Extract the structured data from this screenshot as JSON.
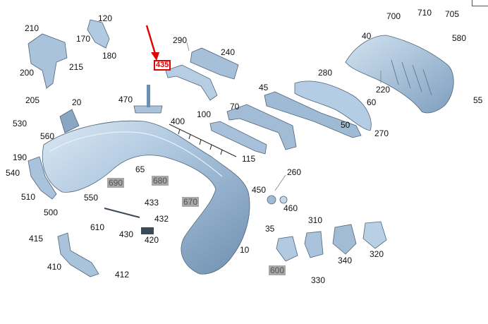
{
  "diagram": {
    "parts": [
      {
        "id": "p10",
        "label": "10",
        "style": "plain"
      },
      {
        "id": "p20",
        "label": "20",
        "style": "plain"
      },
      {
        "id": "p35",
        "label": "35",
        "style": "plain"
      },
      {
        "id": "p40",
        "label": "40",
        "style": "plain"
      },
      {
        "id": "p45",
        "label": "45",
        "style": "plain"
      },
      {
        "id": "p50",
        "label": "50",
        "style": "plain"
      },
      {
        "id": "p55",
        "label": "55",
        "style": "plain"
      },
      {
        "id": "p60",
        "label": "60",
        "style": "plain"
      },
      {
        "id": "p65",
        "label": "65",
        "style": "plain"
      },
      {
        "id": "p70",
        "label": "70",
        "style": "plain"
      },
      {
        "id": "p100",
        "label": "100",
        "style": "plain"
      },
      {
        "id": "p115",
        "label": "115",
        "style": "plain"
      },
      {
        "id": "p120",
        "label": "120",
        "style": "plain"
      },
      {
        "id": "p170",
        "label": "170",
        "style": "plain"
      },
      {
        "id": "p180",
        "label": "180",
        "style": "plain"
      },
      {
        "id": "p190",
        "label": "190",
        "style": "plain"
      },
      {
        "id": "p200",
        "label": "200",
        "style": "plain"
      },
      {
        "id": "p205",
        "label": "205",
        "style": "plain"
      },
      {
        "id": "p210",
        "label": "210",
        "style": "plain"
      },
      {
        "id": "p215",
        "label": "215",
        "style": "plain"
      },
      {
        "id": "p220",
        "label": "220",
        "style": "plain"
      },
      {
        "id": "p240",
        "label": "240",
        "style": "plain"
      },
      {
        "id": "p260",
        "label": "260",
        "style": "plain"
      },
      {
        "id": "p270",
        "label": "270",
        "style": "plain"
      },
      {
        "id": "p280",
        "label": "280",
        "style": "plain"
      },
      {
        "id": "p290",
        "label": "290",
        "style": "plain"
      },
      {
        "id": "p310",
        "label": "310",
        "style": "plain"
      },
      {
        "id": "p320",
        "label": "320",
        "style": "plain"
      },
      {
        "id": "p330",
        "label": "330",
        "style": "plain"
      },
      {
        "id": "p340",
        "label": "340",
        "style": "plain"
      },
      {
        "id": "p400",
        "label": "400",
        "style": "plain"
      },
      {
        "id": "p410",
        "label": "410",
        "style": "plain"
      },
      {
        "id": "p412",
        "label": "412",
        "style": "plain"
      },
      {
        "id": "p415",
        "label": "415",
        "style": "plain"
      },
      {
        "id": "p420",
        "label": "420",
        "style": "plain"
      },
      {
        "id": "p430",
        "label": "430",
        "style": "plain"
      },
      {
        "id": "p432",
        "label": "432",
        "style": "plain"
      },
      {
        "id": "p433",
        "label": "433",
        "style": "plain"
      },
      {
        "id": "p435",
        "label": "435",
        "style": "highlight"
      },
      {
        "id": "p450",
        "label": "450",
        "style": "plain"
      },
      {
        "id": "p460",
        "label": "460",
        "style": "plain"
      },
      {
        "id": "p470",
        "label": "470",
        "style": "plain"
      },
      {
        "id": "p500",
        "label": "500",
        "style": "plain"
      },
      {
        "id": "p510",
        "label": "510",
        "style": "plain"
      },
      {
        "id": "p530",
        "label": "530",
        "style": "plain"
      },
      {
        "id": "p540",
        "label": "540",
        "style": "plain"
      },
      {
        "id": "p550",
        "label": "550",
        "style": "plain"
      },
      {
        "id": "p560",
        "label": "560",
        "style": "plain"
      },
      {
        "id": "p580",
        "label": "580",
        "style": "plain"
      },
      {
        "id": "p600",
        "label": "600",
        "style": "gray"
      },
      {
        "id": "p610",
        "label": "610",
        "style": "plain"
      },
      {
        "id": "p670",
        "label": "670",
        "style": "gray"
      },
      {
        "id": "p680",
        "label": "680",
        "style": "gray"
      },
      {
        "id": "p690",
        "label": "690",
        "style": "gray"
      },
      {
        "id": "p700",
        "label": "700",
        "style": "plain"
      },
      {
        "id": "p705",
        "label": "705",
        "style": "plain"
      },
      {
        "id": "p710",
        "label": "710",
        "style": "plain"
      }
    ],
    "colors": {
      "part_fill": "#a9c3dc",
      "part_light": "#cfe0ef",
      "part_dark": "#5f7f9e",
      "outline": "#3c4a58",
      "highlight": "#e00000",
      "gray_tag": "#a8a8a8"
    },
    "pointer": {
      "icon": "red-arrow-icon",
      "target": "p435"
    }
  }
}
